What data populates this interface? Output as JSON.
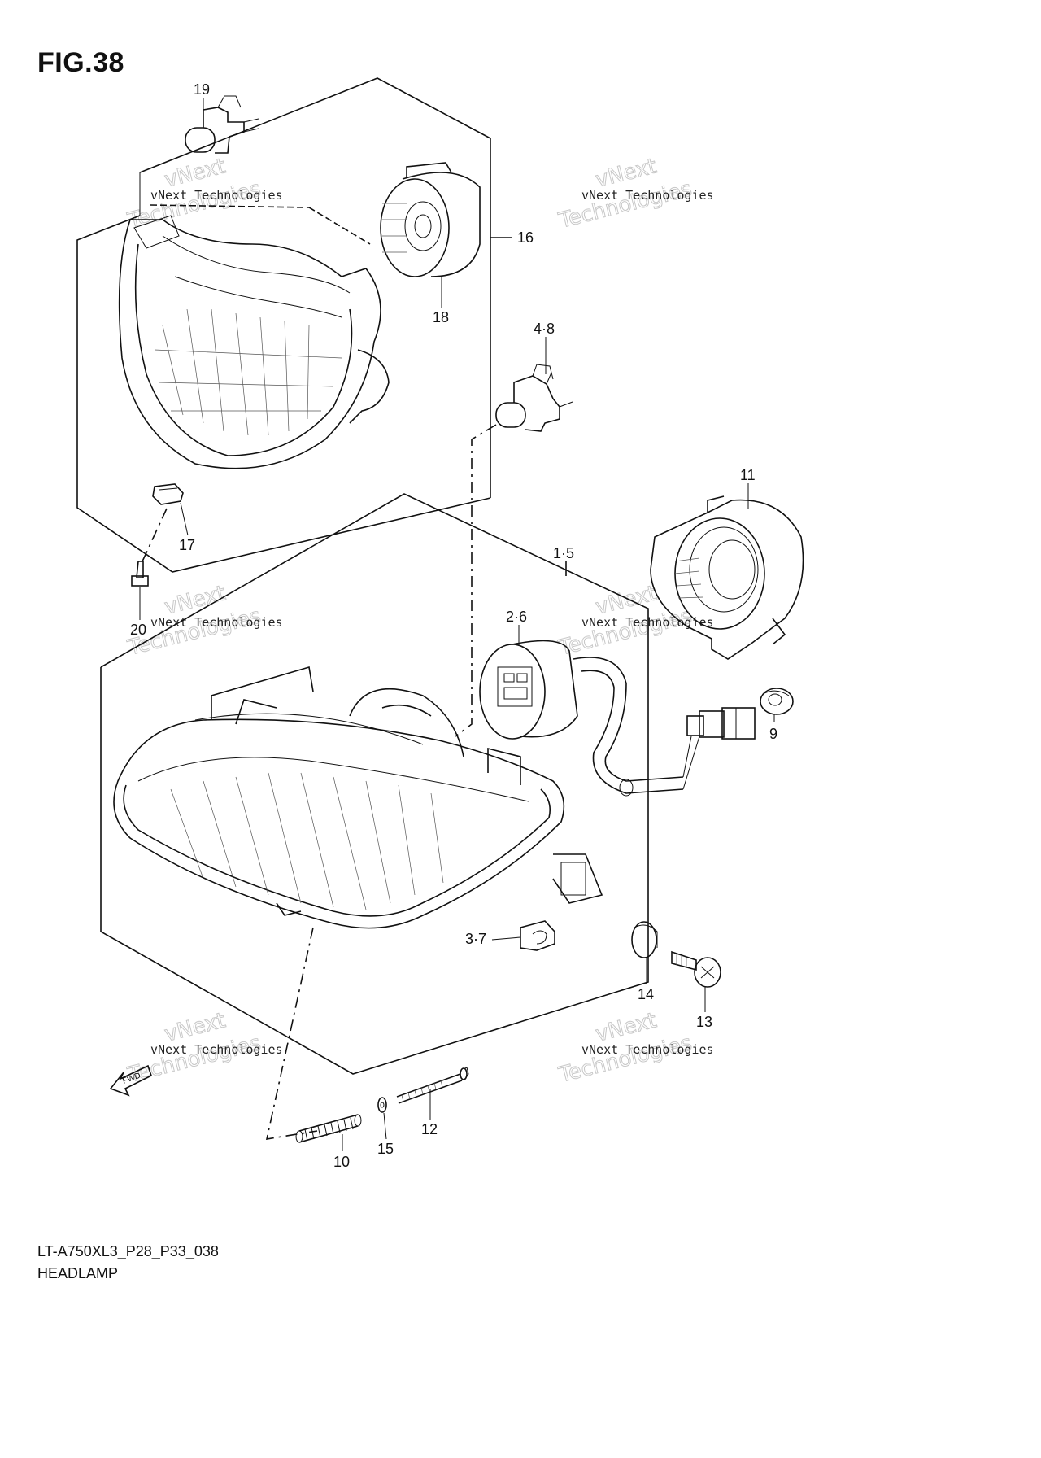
{
  "figure": {
    "title": "FIG.38",
    "code": "LT-A750XL3_P28_P33_038",
    "name": "HEADLAMP"
  },
  "callouts": {
    "c19": "19",
    "c16": "16",
    "c18": "18",
    "c4_8": "4·8",
    "c17": "17",
    "c20": "20",
    "c11": "11",
    "c1_5": "1·5",
    "c2_6": "2·6",
    "c9": "9",
    "c3_7": "3·7",
    "c14": "14",
    "c13": "13",
    "c10": "10",
    "c15": "15",
    "c12": "12"
  },
  "watermark": {
    "line1": "vNext Technologies",
    "line2": "Technologies",
    "line3": "vNext"
  },
  "fwd_label": "FWD"
}
